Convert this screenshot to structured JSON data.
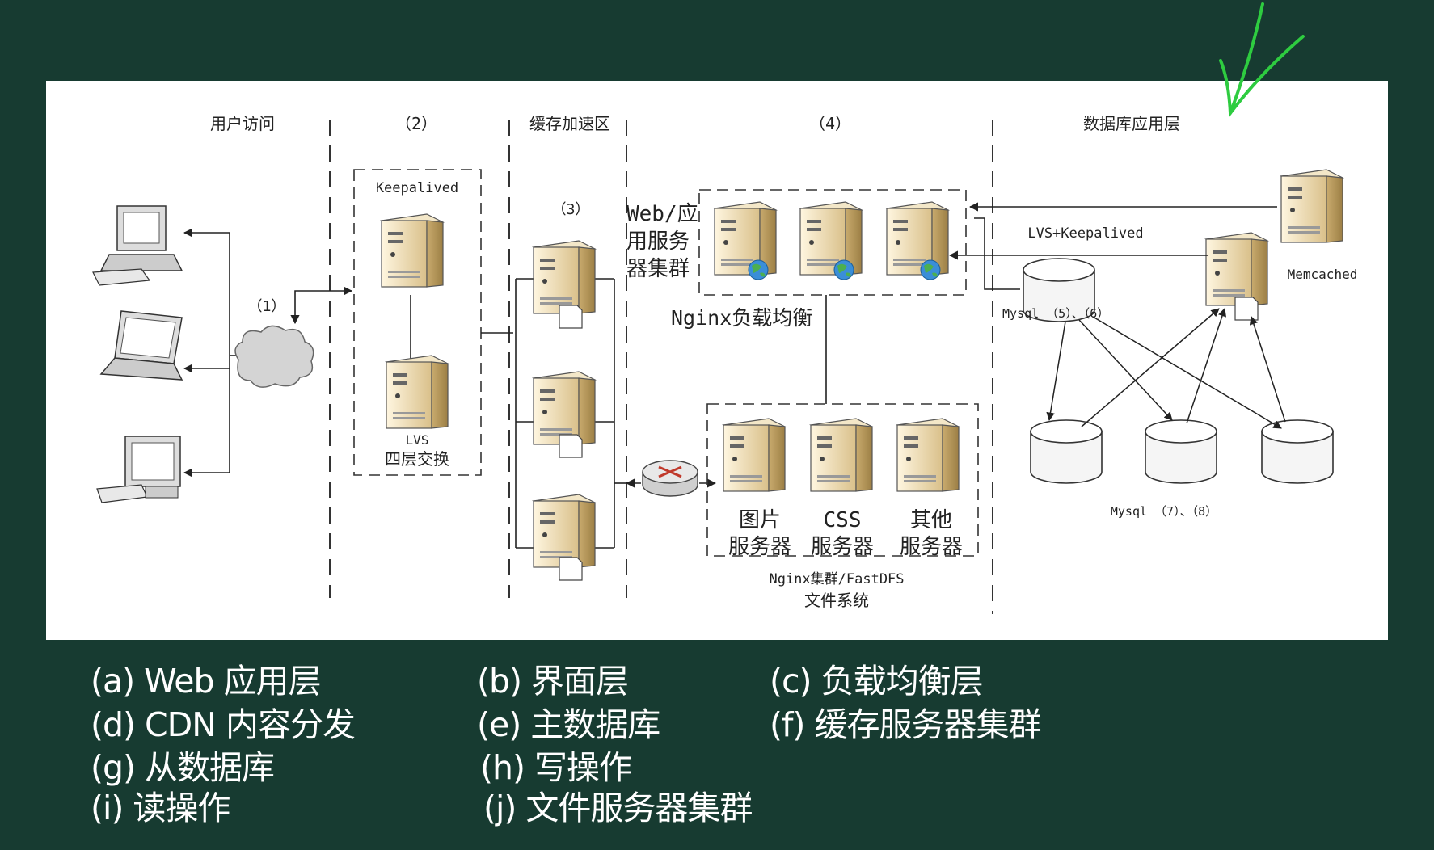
{
  "diagram": {
    "zones": {
      "user_access": "用户访问",
      "zone2": "（2）",
      "cache_zone": "缓存加速区",
      "zone4": "（4）",
      "db_layer": "数据库应用层"
    },
    "labels": {
      "n1": "（1）",
      "keepalived": "Keepalived",
      "lvs": "LVS",
      "lvs_switch": "四层交换",
      "n3": "（3）",
      "web_cluster_line1": "Web/应",
      "web_cluster_line2": "用服务",
      "web_cluster_line3": "器集群",
      "nginx_lb": "Nginx负载均衡",
      "lvs_keepalived": "LVS+Keepalived",
      "memcached": "Memcached",
      "mysql_56": "Mysql （5）、（6）",
      "mysql_78": "Mysql （7）、（8）",
      "img_server_1": "图片",
      "img_server_2": "服务器",
      "css_server_1": "CSS",
      "css_server_2": "服务器",
      "other_server_1": "其他",
      "other_server_2": "服务器",
      "nginx_fastdfs": "Nginx集群/FastDFS",
      "file_system": "文件系统"
    }
  },
  "options": {
    "a": "(a) Web 应用层",
    "b": "(b) 界面层",
    "c": "(c) 负载均衡层",
    "d": "(d) CDN 内容分发",
    "e": "(e) 主数据库",
    "f": "(f)  缓存服务器集群",
    "g": "(g) 从数据库",
    "h": "(h) 写操作",
    "i": "(i)  读操作",
    "j": "(j)  文件服务器集群"
  },
  "colors": {
    "background": "#173b31",
    "panel": "#ffffff",
    "server_body": "#e6d3a6",
    "checkmark": "#2ecc40"
  }
}
